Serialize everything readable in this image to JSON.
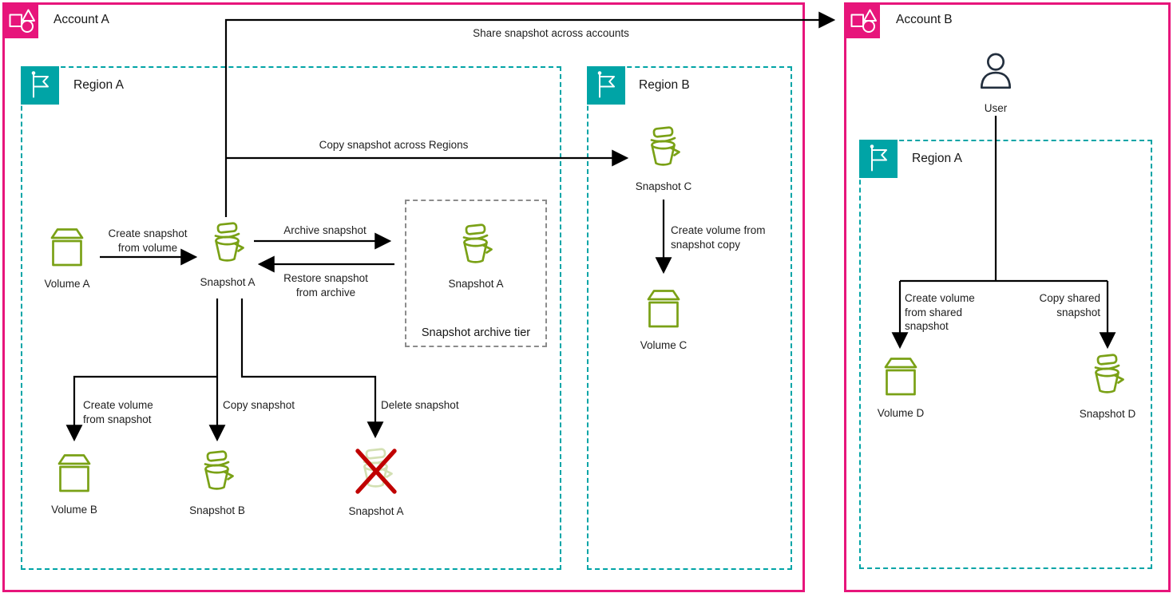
{
  "colors": {
    "account_border": "#E7157B",
    "region_border": "#00A4A6",
    "resource_green": "#7AA116",
    "user_navy": "#232F3E",
    "delete_red": "#C00000",
    "archive_border": "#8C8C8C",
    "connector": "#000000"
  },
  "groups": {
    "account_a": {
      "title": "Account A"
    },
    "region_a_in_a": {
      "title": "Region A"
    },
    "region_b_in_a": {
      "title": "Region B"
    },
    "account_b": {
      "title": "Account B"
    },
    "region_a_in_b": {
      "title": "Region A"
    },
    "archive_tier": {
      "title": "Snapshot archive tier"
    }
  },
  "nodes": {
    "volume_a": {
      "label": "Volume A",
      "type": "volume"
    },
    "snapshot_a": {
      "label": "Snapshot A",
      "type": "snapshot"
    },
    "snapshot_a_archived": {
      "label": "Snapshot A",
      "type": "snapshot"
    },
    "volume_b": {
      "label": "Volume B",
      "type": "volume"
    },
    "snapshot_b": {
      "label": "Snapshot B",
      "type": "snapshot"
    },
    "snapshot_a_deleted": {
      "label": "Snapshot A",
      "type": "snapshot-deleted"
    },
    "snapshot_c": {
      "label": "Snapshot C",
      "type": "snapshot"
    },
    "volume_c": {
      "label": "Volume C",
      "type": "volume"
    },
    "user": {
      "label": "User",
      "type": "user"
    },
    "volume_d": {
      "label": "Volume D",
      "type": "volume"
    },
    "snapshot_d": {
      "label": "Snapshot D",
      "type": "snapshot"
    }
  },
  "edges": {
    "share_across_accounts": {
      "lines": [
        "Share snapshot across accounts"
      ]
    },
    "copy_across_regions": {
      "lines": [
        "Copy snapshot across Regions"
      ]
    },
    "create_snapshot_from_volume": {
      "lines": [
        "Create snapshot",
        "from volume"
      ]
    },
    "archive_snapshot": {
      "lines": [
        "Archive snapshot"
      ]
    },
    "restore_snapshot_from_archive": {
      "lines": [
        "Restore snapshot",
        "from archive"
      ]
    },
    "create_volume_from_snapshot": {
      "lines": [
        "Create volume",
        "from snapshot"
      ]
    },
    "copy_snapshot": {
      "lines": [
        "Copy snapshot"
      ]
    },
    "delete_snapshot": {
      "lines": [
        "Delete snapshot"
      ]
    },
    "create_volume_from_snapshot_copy": {
      "lines": [
        "Create volume from",
        "snapshot copy"
      ]
    },
    "create_volume_from_shared_snapshot": {
      "lines": [
        "Create volume",
        "from shared",
        "snapshot"
      ]
    },
    "copy_shared_snapshot": {
      "lines": [
        "Copy shared",
        "snapshot"
      ]
    }
  }
}
